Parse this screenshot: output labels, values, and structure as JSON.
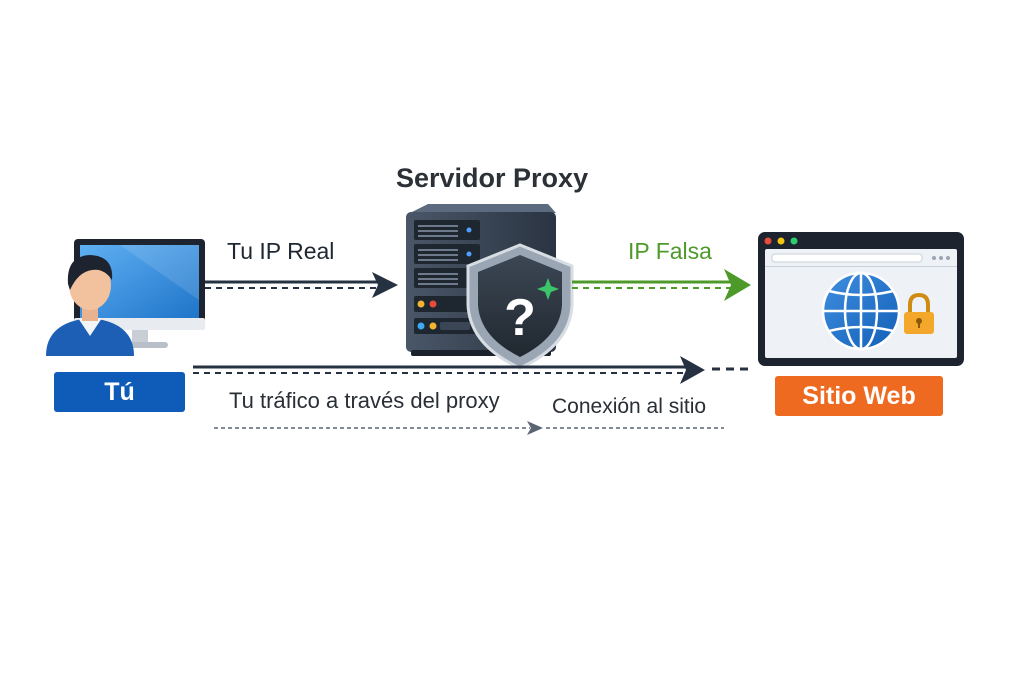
{
  "title": "Servidor Proxy",
  "labels": {
    "real_ip": "Tu IP Real",
    "fake_ip": "IP Falsa",
    "traffic": "Tu tráfico a través del proxy",
    "connection": "Conexión al sitio"
  },
  "nodes": {
    "user": "Tú",
    "website": "Sitio Web"
  },
  "server_shield_glyph": "?",
  "colors": {
    "user_badge": "#0f5cb8",
    "website_badge": "#ee6a20",
    "fake_ip": "#4d9a2a",
    "arrow_dark": "#263241"
  }
}
